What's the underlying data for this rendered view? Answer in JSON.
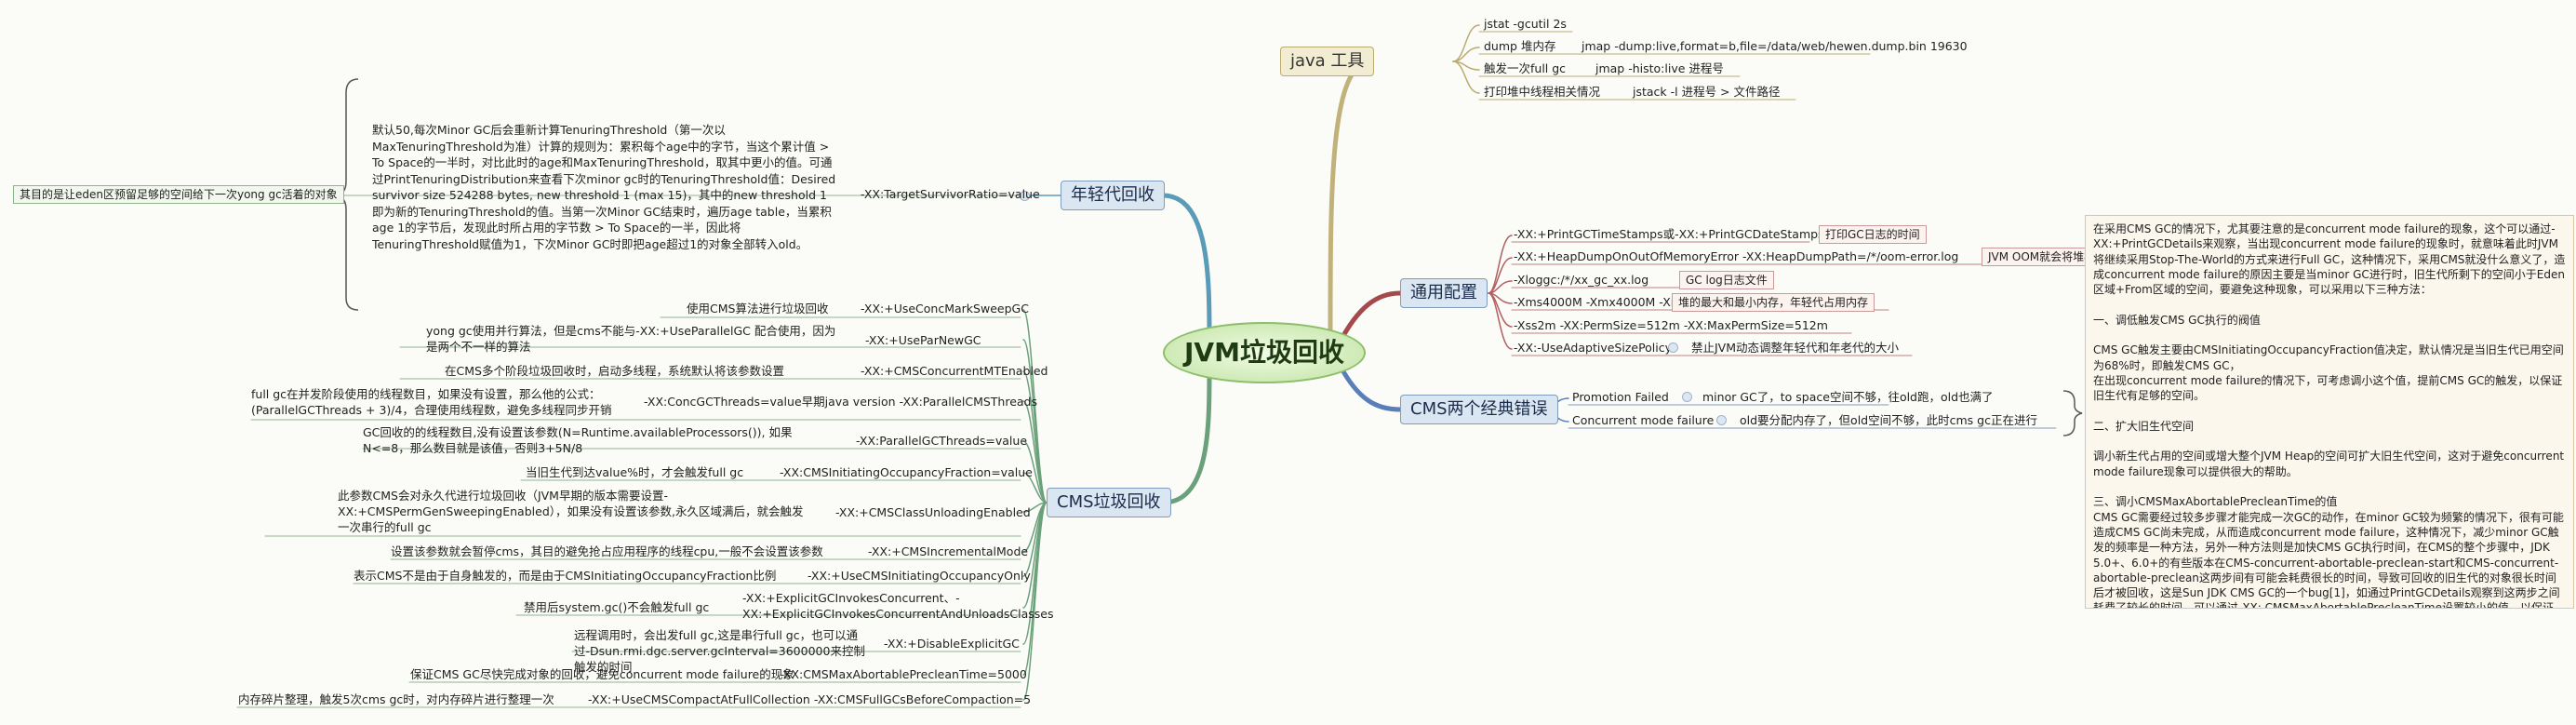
{
  "root": "JVM垃圾回收",
  "java_tools": {
    "label": "java 工具",
    "items": [
      {
        "label": "jstat -gcutil 2s",
        "value": ""
      },
      {
        "label": "dump 堆内存",
        "value": "jmap -dump:live,format=b,file=/data/web/hewen.dump.bin 19630"
      },
      {
        "label": "触发一次full gc",
        "value": "jmap -histo:live 进程号"
      },
      {
        "label": "打印堆中线程相关情况",
        "value": "jstack -l 进程号 > 文件路径"
      }
    ]
  },
  "young_gc": {
    "label": "年轻代回收",
    "param": "-XX:TargetSurvivorRatio=value",
    "note": "默认50,每次Minor GC后会重新计算TenuringThreshold（第一次以MaxTenuringThreshold为准）计算的规则为：累积每个age中的字节，当这个累计值 > To Space的一半时，对比此时的age和MaxTenuringThreshold，取其中更小的值。可通过PrintTenuringDistribution来查看下次minor gc时的TenuringThreshold值：Desired survivor size 524288 bytes, new threshold 1 (max 15)，其中的new threshold 1即为新的TenuringThreshold的值。当第一次Minor GC结束时，遍历age table，当累积age 1的字节后，发现此时所占用的字节数 > To Space的一半，因此将TenuringThreshold赋值为1，下次Minor GC时即把age超过1的对象全部转入old。",
    "purpose": "其目的是让eden区预留足够的空间给下一次yong gc活着的对象"
  },
  "cms_gc": {
    "label": "CMS垃圾回收",
    "items": [
      {
        "param": "-XX:+UseConcMarkSweepGC",
        "desc": "使用CMS算法进行垃圾回收"
      },
      {
        "param": "-XX:+UseParNewGC",
        "desc": "yong gc使用并行算法，但是cms不能与-XX:+UseParallelGC 配合使用，因为是两个不一样的算法"
      },
      {
        "param": "-XX:+CMSConcurrentMTEnabled",
        "desc": "在CMS多个阶段垃圾回收时，启动多线程，系统默认将该参数设置"
      },
      {
        "param": "-XX:ConcGCThreads=value早期java version -XX:ParallelCMSThreads",
        "desc": "full gc在并发阶段使用的线程数目，如果没有设置，那么他的公式：(ParallelGCThreads + 3)/4，合理使用线程数，避免多线程同步开销"
      },
      {
        "param": "-XX:ParallelGCThreads=value",
        "desc": "GC回收的的线程数目,没有设置该参数(N=Runtime.availableProcessors()), 如果N<=8，那么数目就是该值，否则3+5N/8"
      },
      {
        "param": "-XX:CMSInitiatingOccupancyFraction=value",
        "desc": "当旧生代到达value%时，才会触发full gc"
      },
      {
        "param": "-XX:+CMSClassUnloadingEnabled",
        "desc": "此参数CMS会对永久代进行垃圾回收（JVM早期的版本需要设置-XX:+CMSPermGenSweepingEnabled），如果没有设置该参数,永久区域满后，就会触发一次串行的full gc"
      },
      {
        "param": "-XX:+CMSIncrementalMode",
        "desc": "设置该参数就会暂停cms，其目的避免抢占应用程序的线程cpu,一般不会设置该参数"
      },
      {
        "param": "-XX:+UseCMSInitiatingOccupancyOnly",
        "desc": "表示CMS不是由于自身触发的，而是由于CMSInitiatingOccupancyFraction比例"
      },
      {
        "param": "-XX:+ExplicitGCInvokesConcurrent、-XX:+ExplicitGCInvokesConcurrentAndUnloadsClasses",
        "desc": "禁用后system.gc()不会触发full gc"
      },
      {
        "param": "-XX:+DisableExplicitGC",
        "desc": "远程调用时，会出发full gc,这是串行full gc，也可以通过-Dsun.rmi.dgc.server.gcInterval=3600000来控制触发的时间"
      },
      {
        "param": "-XX:CMSMaxAbortablePrecleanTime=5000",
        "desc": "保证CMS GC尽快完成对象的回收，避免concurrent mode failure的现象"
      },
      {
        "param": "-XX:+UseCMSCompactAtFullCollection -XX:CMSFullGCsBeforeCompaction=5",
        "desc": "内存碎片整理，触发5次cms gc时，对内存碎片进行整理一次"
      }
    ]
  },
  "general": {
    "label": "通用配置",
    "items": [
      {
        "param": "-XX:+PrintGCTimeStamps或-XX:+PrintGCDateStamps",
        "tag": "打印GC日志的时间"
      },
      {
        "param": "-XX:+HeapDumpOnOutOfMemoryError -XX:HeapDumpPath=/*/oom-error.log",
        "tag": "JVM OOM就会将堆栈"
      },
      {
        "param": "-Xloggc:/*/xx_gc_xx.log",
        "tag": "GC log日志文件"
      },
      {
        "param": "-Xms4000M -Xmx4000M -Xmn2000M",
        "tag": "堆的最大和最小内存，年轻代占用内存"
      },
      {
        "param": "-Xss2m -XX:PermSize=512m -XX:MaxPermSize=512m",
        "tag": ""
      },
      {
        "param": "-XX:-UseAdaptiveSizePolicy",
        "tag": "禁止JVM动态调整年轻代和年老代的大小"
      }
    ]
  },
  "cms_errors": {
    "label": "CMS两个经典错误",
    "items": [
      {
        "name": "Promotion Failed",
        "desc": "minor GC了，to space空间不够，往old跑，old也满了"
      },
      {
        "name": "Concurrent mode failure",
        "desc": "old要分配内存了，但old空间不够，此时cms gc正在进行"
      }
    ],
    "note": "在采用CMS GC的情况下，尤其要注意的是concurrent mode failure的现象，这个可以通过-XX:+PrintGCDetails来观察，当出现concurrent mode failure的现象时，就意味着此时JVM将继续采用Stop-The-World的方式来进行Full GC，这种情况下，采用CMS就没什么意义了，造成concurrent mode failure的原因主要是当minor GC进行时，旧生代所剩下的空间小于Eden区域+From区域的空间，要避免这种现象，可以采用以下三种方法：\n\n一、调低触发CMS GC执行的阀值\n\nCMS GC触发主要由CMSInitiatingOccupancyFraction值决定，默认情况是当旧生代已用空间为68%时，即触发CMS GC，\n在出现concurrent mode failure的情况下，可考虑调小这个值，提前CMS GC的触发，以保证旧生代有足够的空间。\n\n二、扩大旧生代空间\n\n调小新生代占用的空间或增大整个JVM Heap的空间可扩大旧生代空间，这对于避免concurrent mode failure现象可以提供很大的帮助。\n\n三、调小CMSMaxAbortablePrecleanTime的值\nCMS GC需要经过较多步骤才能完成一次GC的动作，在minor GC较为频繁的情况下，很有可能造成CMS GC尚未完成，从而造成concurrent mode failure，这种情况下，减少minor GC触发的频率是一种方法，另外一种方法则是加快CMS GC执行时间，在CMS的整个步骤中，JDK 5.0+、6.0+的有些版本在CMS-concurrent-abortable-preclean-start和CMS-concurrent-abortable-preclean这两步间有可能会耗费很长的时间，导致可回收的旧生代的对象很长时间后才被回收，这是Sun JDK CMS GC的一个bug[1]，如通过PrintGCDetails观察到这两步之间耗费了较长的时间，可以通过-XX: CMSMaxAbortablePrecleanTime设置较小的值，以保证CMS GC尽快完成对象的回收，避免concurrent mode failure的现象。"
  }
}
